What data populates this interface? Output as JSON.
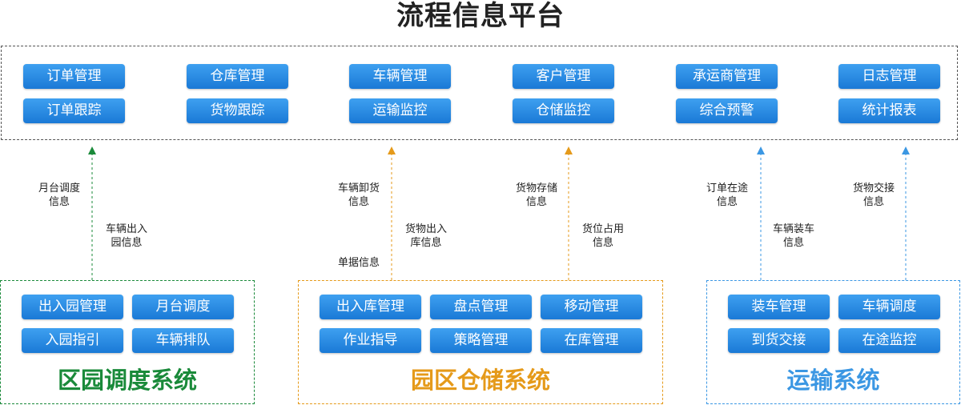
{
  "title": "流程信息平台",
  "colors": {
    "green": "#1a8a3a",
    "orange": "#e59a1a",
    "blue": "#3b97e3",
    "button": "#2188e0"
  },
  "platform": {
    "modules": [
      "订单管理",
      "仓库管理",
      "车辆管理",
      "客户管理",
      "承运商管理",
      "日志管理",
      "订单跟踪",
      "货物跟踪",
      "运输监控",
      "仓储监控",
      "综合预警",
      "统计报表"
    ]
  },
  "flows": {
    "yard_schedule": "月台调度\n信息",
    "vehicle_in_out": "车辆出入\n园信息",
    "vehicle_unload": "车辆卸货\n信息",
    "goods_in_out": "货物出入\n库信息",
    "document": "单据信息",
    "goods_storage": "货物存储\n信息",
    "location_usage": "货位占用\n信息",
    "order_transit": "订单在途\n信息",
    "vehicle_loading": "车辆装车\n信息",
    "goods_handover": "货物交接\n信息"
  },
  "systems": {
    "yard": {
      "title": "区园调度系统",
      "modules": [
        "出入园管理",
        "月台调度",
        "入园指引",
        "车辆排队"
      ]
    },
    "warehouse": {
      "title": "园区仓储系统",
      "modules": [
        "出入库管理",
        "盘点管理",
        "移动管理",
        "作业指导",
        "策略管理",
        "在库管理"
      ]
    },
    "transport": {
      "title": "运输系统",
      "modules": [
        "装车管理",
        "车辆调度",
        "到货交接",
        "在途监控"
      ]
    }
  }
}
